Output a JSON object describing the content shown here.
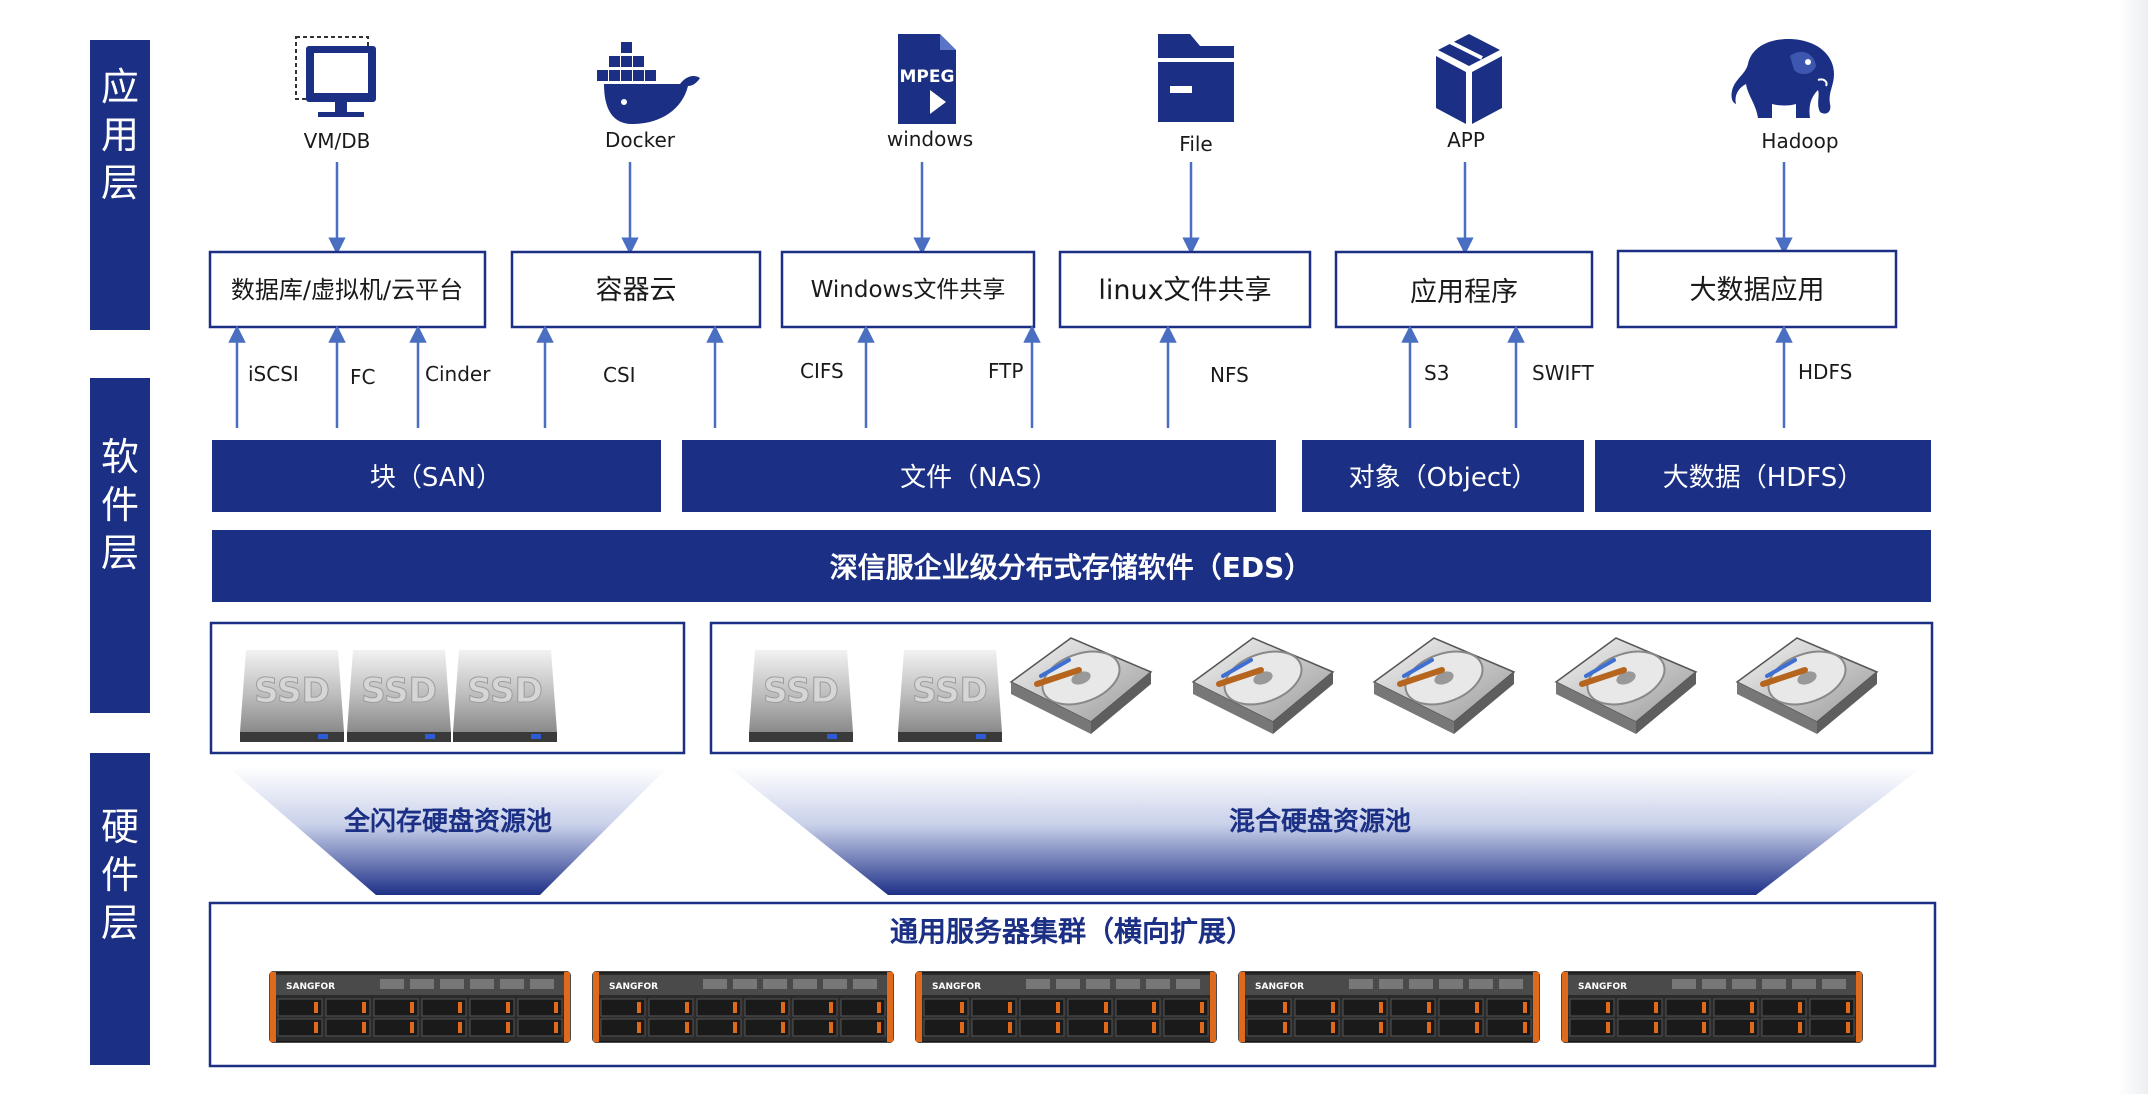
{
  "colors": {
    "navy": "#1b2f84",
    "arrow": "#4a6fc2",
    "box_border": "#1b2f84",
    "text_dark": "#1a1a1a",
    "white": "#ffffff"
  },
  "layers": {
    "app": "应用层",
    "software": "软件层",
    "hardware": "硬件层"
  },
  "apps": [
    {
      "icon": "monitor-icon",
      "label": "VM/DB"
    },
    {
      "icon": "docker-icon",
      "label": "Docker"
    },
    {
      "icon": "mpeg-file-icon",
      "label": "windows",
      "badge": "MPEG"
    },
    {
      "icon": "folder-icon",
      "label": "File"
    },
    {
      "icon": "cube-icon",
      "label": "APP"
    },
    {
      "icon": "hadoop-elephant-icon",
      "label": "Hadoop"
    }
  ],
  "service_boxes": [
    "数据库/虚拟机/云平台",
    "容器云",
    "Windows文件共享",
    "linux文件共享",
    "应用程序",
    "大数据应用"
  ],
  "protocols": [
    "iSCSI",
    "FC",
    "Cinder",
    "CSI",
    "CIFS",
    "FTP",
    "NFS",
    "S3",
    "SWIFT",
    "HDFS"
  ],
  "storage_types": [
    "块（SAN）",
    "文件（NAS）",
    "对象（Object）",
    "大数据（HDFS）"
  ],
  "eds_bar": "深信服企业级分布式存储软件（EDS）",
  "ssd_label": "SSD",
  "pools": {
    "all_flash": "全闪存硬盘资源池",
    "hybrid": "混合硬盘资源池"
  },
  "cluster_title": "通用服务器集群（横向扩展）",
  "server_brand": "SANGFOR"
}
